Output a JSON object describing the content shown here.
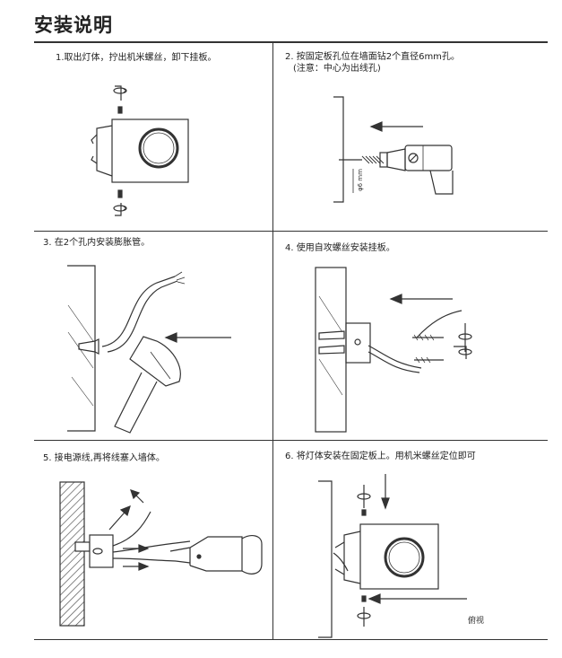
{
  "title": "安装说明",
  "steps": [
    {
      "caption": "1.取出灯体，拧出机米螺丝，卸下挂板。"
    },
    {
      "caption": "2. 按固定板孔位在墙面钻2个直径6mm孔。",
      "note": "(注意：中心为出线孔)",
      "dim_label": "φ6 mm"
    },
    {
      "caption": "3. 在2个孔内安装膨胀管。"
    },
    {
      "caption": "4. 使用自攻螺丝安装挂板。"
    },
    {
      "caption": "5. 接电源线,再将线塞入墙体。"
    },
    {
      "caption": "6. 将灯体安装在固定板上。用机米螺丝定位即可",
      "view_label": "俯视"
    }
  ]
}
